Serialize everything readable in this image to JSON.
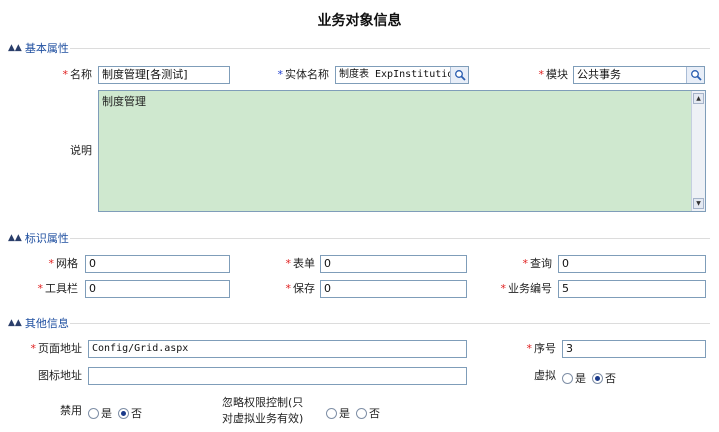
{
  "page_title": "业务对象信息",
  "sections": {
    "basic": "基本属性",
    "identity": "标识属性",
    "other": "其他信息"
  },
  "basic": {
    "name_label": "名称",
    "name_value": "制度管理[各测试]",
    "entity_label": "实体名称",
    "entity_value": "制度表 ExpInstitutio",
    "module_label": "模块",
    "module_value": "公共事务",
    "desc_label": "说明",
    "desc_value": "制度管理"
  },
  "identity": {
    "grid_label": "网格",
    "grid_value": "0",
    "form_label": "表单",
    "form_value": "0",
    "query_label": "查询",
    "query_value": "0",
    "toolbar_label": "工具栏",
    "toolbar_value": "0",
    "save_label": "保存",
    "save_value": "0",
    "bizno_label": "业务编号",
    "bizno_value": "5"
  },
  "other": {
    "url_label": "页面地址",
    "url_value": "Config/Grid.aspx",
    "order_label": "序号",
    "order_value": "3",
    "icon_label": "图标地址",
    "icon_value": "",
    "virtual_label": "虚拟",
    "disabled_label": "禁用",
    "ignore_label_1": "忽略权限控制(只",
    "ignore_label_2": "对虚拟业务有效)",
    "yes": "是",
    "no": "否"
  },
  "radios": {
    "virtual": "否",
    "disabled": "否",
    "ignore": "none"
  },
  "icons": {
    "required_marker": "red-asterisk",
    "entity_marker": "blue-asterisk",
    "lookup": "magnifier-icon",
    "section_toggle": "collapse-icon"
  },
  "colors": {
    "section_title": "#1f4fa0",
    "required": "#e02020",
    "textarea_bg": "#cfe8cf",
    "input_border": "#7f9db9"
  }
}
